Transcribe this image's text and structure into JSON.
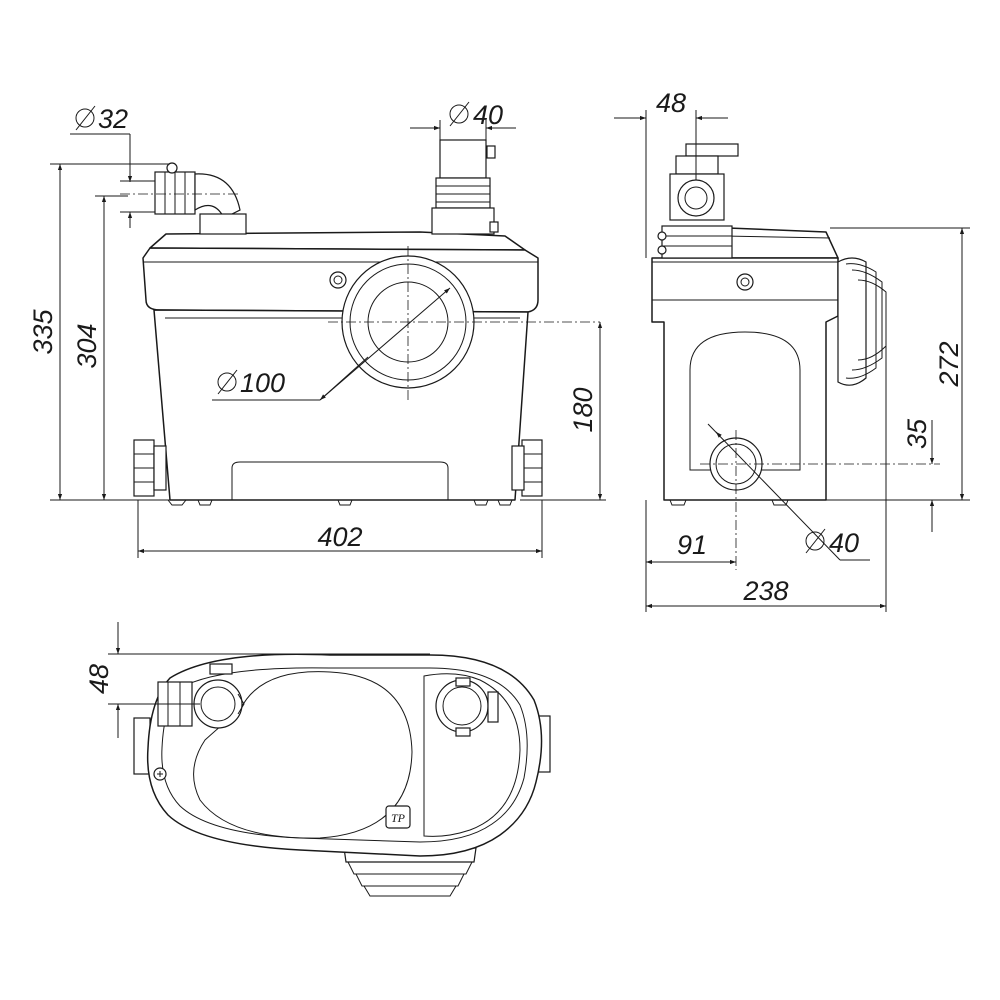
{
  "drawing": {
    "front": {
      "d_inlet_small": "32",
      "d_outlet_top": "40",
      "d_main_inlet": "100",
      "height_total": "335",
      "height_body": "304",
      "height_main_inlet": "180",
      "width": "402"
    },
    "side": {
      "outlet_offset": "48",
      "height": "272",
      "height_low_inlet": "35",
      "d_low_inlet": "40",
      "low_inlet_offset": "91",
      "depth": "238"
    },
    "top": {
      "outlet_offset": "48",
      "logo": "TP"
    }
  },
  "colors": {
    "line": "#1a1a1a",
    "background": "#ffffff"
  }
}
